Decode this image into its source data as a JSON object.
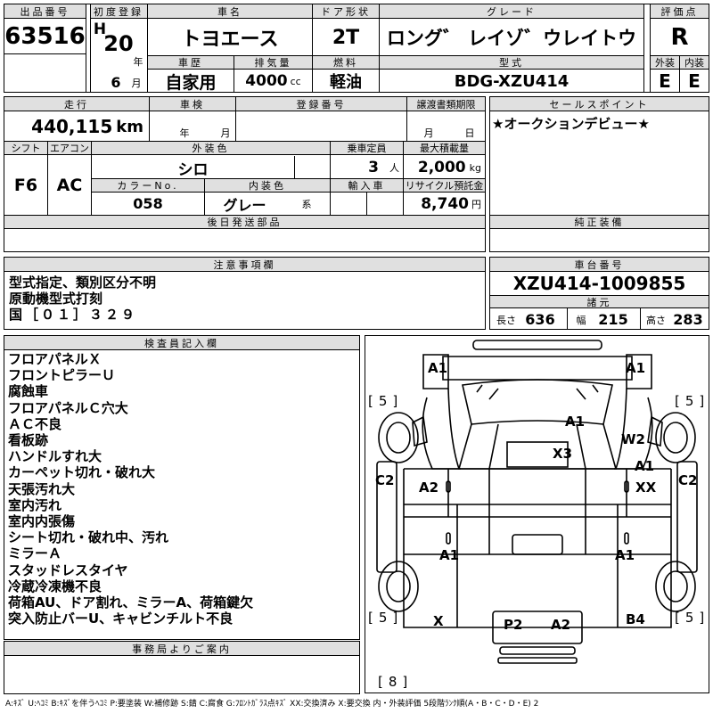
{
  "header": {
    "lot_label": "出品番号",
    "lot_value": "63516",
    "first_reg_label": "初度登録",
    "era": "H",
    "year_value": "20",
    "year_unit": "年",
    "month_value": "6",
    "month_unit": "月",
    "car_name_label": "車名",
    "car_name": "トヨエース",
    "door_label": "ドア形状",
    "door_value": "2T",
    "grade_label": "グレード",
    "grade_value": "ロング゛ レイゾ゛ウレイトウ",
    "score_label": "評価点",
    "score_value": "R",
    "history_label": "車歴",
    "history_value": "自家用",
    "displacement_label": "排気量",
    "displacement_value": "4000",
    "displacement_unit": "cc",
    "fuel_label": "燃料",
    "fuel_value": "軽油",
    "model_label": "型式",
    "model_value": "BDG-XZU414",
    "exterior_label": "外装",
    "exterior_value": "E",
    "interior_label": "内装",
    "interior_value": "E"
  },
  "row2": {
    "mileage_label": "走行",
    "mileage_value": "440,115",
    "mileage_unit": "km",
    "inspection_label": "車検",
    "inspection_year_unit": "年",
    "inspection_month_unit": "月",
    "regno_label": "登録番号",
    "transfer_label": "譲渡書類期限",
    "transfer_month_unit": "月",
    "transfer_day_unit": "日",
    "shift_label": "シフト",
    "shift_value": "F6",
    "ac_label": "エアコン",
    "ac_value": "AC",
    "color_label": "外装色",
    "color_value": "シロ",
    "capacity_label": "乗車定員",
    "capacity_value": "3",
    "capacity_unit": "人",
    "load_label": "最大積載量",
    "load_value": "2,000",
    "load_unit": "kg",
    "colorno_label": "カラーNo.",
    "colorno_value": "058",
    "intcolor_label": "内装色",
    "intcolor_value": "グレー",
    "intcolor_unit": "系",
    "import_label": "輸入車",
    "recycle_label": "リサイクル預託金",
    "recycle_value": "8,740",
    "recycle_unit": "円",
    "later_parts_label": "後日発送部品",
    "sales_label": "セールスポイント",
    "sales_value": "★オークションデビュー★",
    "genuine_label": "純正装備"
  },
  "notes": {
    "label": "注意事項欄",
    "lines": [
      "型式指定、類別区分不明",
      "原動機型式打刻",
      "国［０１］３２９"
    ]
  },
  "chassis": {
    "label": "車台番号",
    "value": "XZU414-1009855",
    "spec_label": "諸元",
    "length_label": "長さ",
    "length_value": "636",
    "width_label": "幅",
    "width_value": "215",
    "height_label": "高さ",
    "height_value": "283"
  },
  "inspector": {
    "label": "検査員記入欄",
    "lines": [
      "フロアパネルＸ",
      "フロントピラーＵ",
      "腐蝕車",
      "フロアパネルＣ穴大",
      "ＡＣ不良",
      "看板跡",
      "ハンドルすれ大",
      "カーペット切れ・破れ大",
      "天張汚れ大",
      "室内汚れ",
      "室内内張傷",
      "シート切れ・破れ中、汚れ",
      "ミラーＡ",
      "スタッドレスタイヤ",
      "冷蔵冷凍機不良",
      "荷箱AU、ドア割れ、ミラーA、荷箱鍵欠",
      "突入防止バーU、キャビンチルト不良"
    ]
  },
  "office": {
    "label": "事務局よりご案内"
  },
  "diagram": {
    "marks": [
      "A1",
      "A1",
      "A1",
      "W2",
      "X3",
      "A1",
      "XX",
      "A2",
      "C2",
      "C2",
      "A1",
      "A1",
      "X",
      "P2",
      "A2",
      "B4"
    ],
    "tires": [
      "5",
      "5",
      "5",
      "5",
      "8"
    ]
  },
  "legend": "A:ｷｽﾞ U:ﾍｺﾐ B:ｷｽﾞを伴うﾍｺﾐ P:要塗装 W:補修跡 S:錆 C:腐食 G:ﾌﾛﾝﾄｶﾞﾗｽ点ｷｽﾞ XX:交換済み X:要交換 内・外装評価 5段階ﾗﾝｸ順(A・B・C・D・E) 2"
}
